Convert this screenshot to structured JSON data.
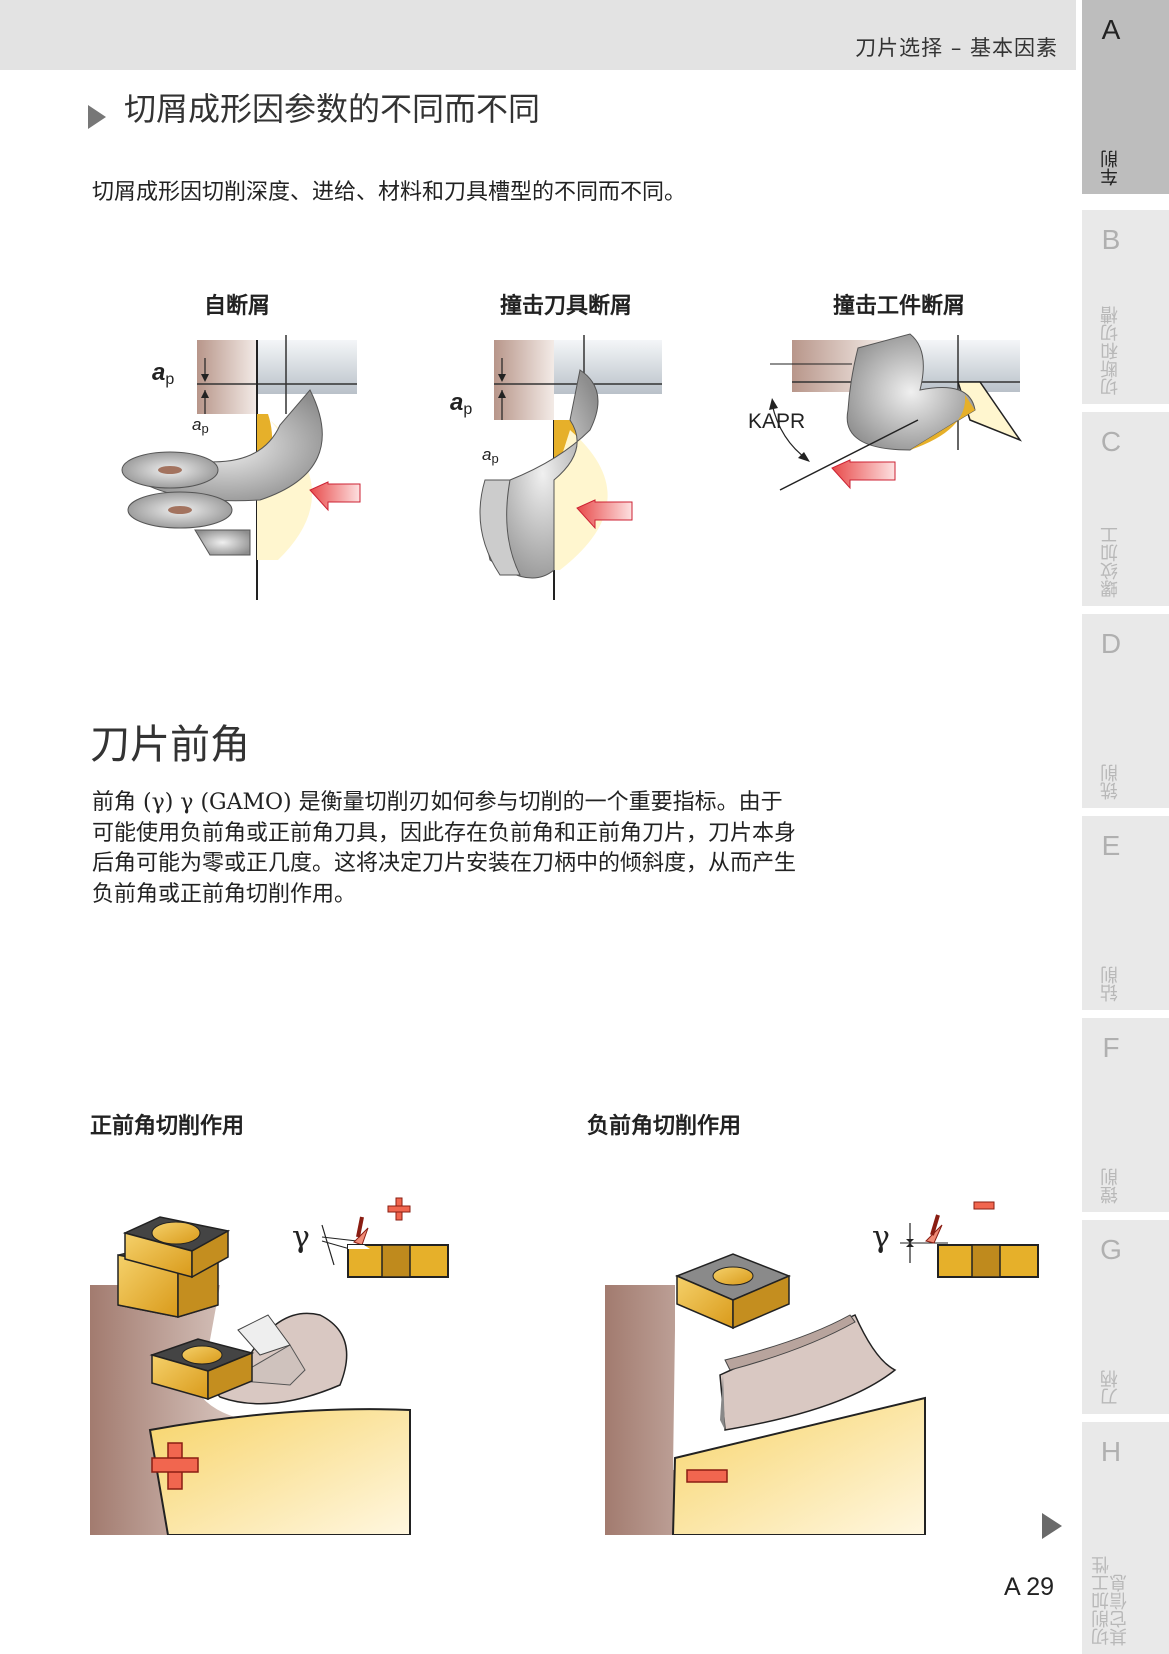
{
  "header": {
    "title": "刀片选择 – 基本因素"
  },
  "side_tabs": [
    {
      "letter": "A",
      "label": "车削",
      "active": true
    },
    {
      "letter": "B",
      "label": "切断和切槽",
      "active": false
    },
    {
      "letter": "C",
      "label": "螺纹加工",
      "active": false
    },
    {
      "letter": "D",
      "label": "铣削",
      "active": false
    },
    {
      "letter": "E",
      "label": "钻削",
      "active": false
    },
    {
      "letter": "F",
      "label": "镗削",
      "active": false
    },
    {
      "letter": "G",
      "label": "刀柄",
      "active": false
    },
    {
      "letter": "H",
      "label": "切削加工性\n其它信息",
      "active": false
    }
  ],
  "section1": {
    "title": "切屑成形因参数的不同而不同",
    "intro": "切屑成形因切削深度、进给、材料和刀具槽型的不同而不同。",
    "figures": [
      {
        "label": "自断屑",
        "ap_large": "a",
        "ap_sub": "p"
      },
      {
        "label": "撞击刀具断屑",
        "ap_large": "a",
        "ap_sub": "p"
      },
      {
        "label": "撞击工件断屑",
        "kapr": "KAPR"
      }
    ]
  },
  "section2": {
    "title": "刀片前角",
    "paragraph_lines": [
      "前角 (γ) γ (GAMO) 是衡量切削刃如何参与切削的一个重要指标。由于",
      "可能使用负前角或正前角刀具，因此存在负前角和正前角刀片，刀片本身",
      "后角可能为零或正几度。这将决定刀片安装在刀柄中的倾斜度，从而产生",
      "负前角或正前角切削作用。"
    ],
    "positive": {
      "label": "正前角切削作用",
      "gamma": "γ",
      "sign": "+"
    },
    "negative": {
      "label": "负前角切削作用",
      "gamma": "γ",
      "sign": "–"
    }
  },
  "footer": {
    "page_number": "A 29"
  },
  "colors": {
    "insert_gold": "#e6b02a",
    "workpiece_brown": "#a27b6f",
    "arrow_red": "#e84a4a",
    "tab_active": "#bdbdbd",
    "tab_inactive": "#e9e9e9"
  }
}
